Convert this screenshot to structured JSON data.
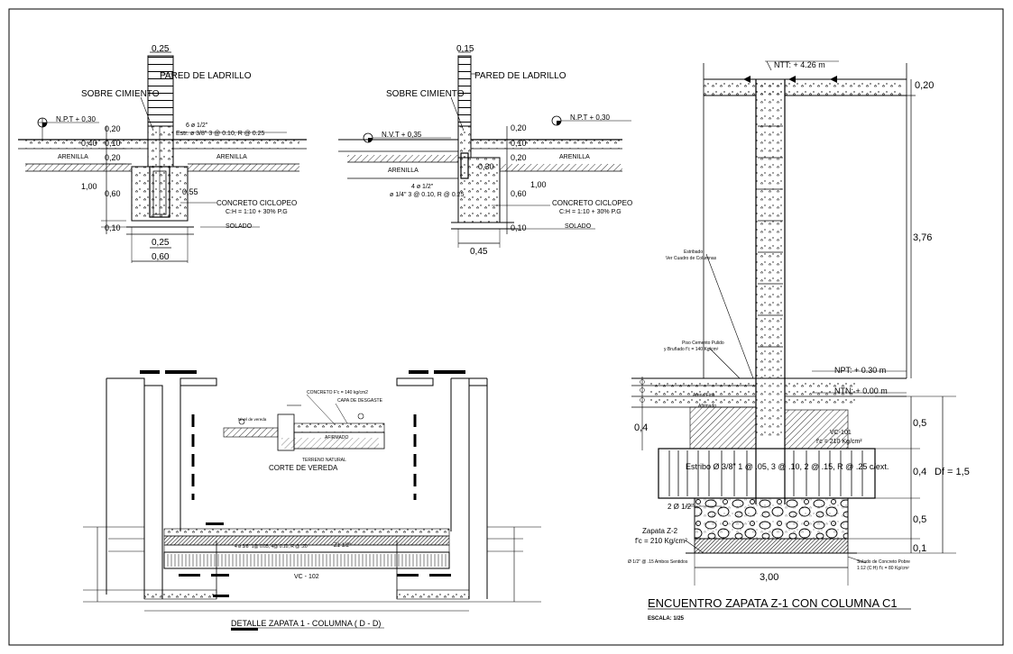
{
  "detail1": {
    "dim_top": "0,25",
    "wall_label": "PARED DE LADRILLO",
    "sobre_label": "SOBRE CIMIENTO",
    "npt_label": "N.P.T  +  0,30",
    "bar_label": "6 ø 1/2\"",
    "stirrup_label": "Estr. ø 3/8\" 3 @ 0.10, R @ 0.25",
    "d020a": "0,20",
    "d010": "0,10",
    "d040": "0,40",
    "d020b": "0,20",
    "arena_left": "ARENILLA",
    "arena_right": "ARENILLA",
    "d100": "1,00",
    "d060": "0,60",
    "d055": "0,55",
    "concreto": "CONCRETO CICLOPEO",
    "mix": "C:H = 1:10 + 30% P.G",
    "d010b": "0,10",
    "solado": "SOLADO",
    "d025b": "0,25",
    "d060b": "0,60"
  },
  "detail2": {
    "dim_top": "0,15",
    "wall_label": "PARED DE LADRILLO",
    "sobre_label": "SOBRE CIMIENTO",
    "nvt_label": "N.V.T  +  0,35",
    "npt_label": "N.P.T  +  0,30",
    "d020a": "0,20",
    "d010": "0,10",
    "d020b": "0,20",
    "d030": "0,30",
    "arena_left": "ARENILLA",
    "arena_right": "ARENILLA",
    "bar_label": "4 ø 1/2\"",
    "stirrup_label": "ø 1/4\" 3 @ 0.10, R @ 0.25",
    "d100": "1,00",
    "d060": "0,60",
    "concreto": "CONCRETO CICLOPEO",
    "mix": "C:H = 1:10 + 30% P.G",
    "d010b": "0,10",
    "solado": "SOLADO",
    "d045": "0,45"
  },
  "detail3": {
    "title": "DETALLE ZAPATA  1 - COLUMNA ( D - D)",
    "corte_vereda": "CORTE DE VEREDA",
    "vereda_note": "Nivel de vereda",
    "terreno": "TERRENO NATURAL",
    "afirmado": "AFIRMADO",
    "concreto_note": "CONCRETO F'c = 140 kg/cm2",
    "capa": "CAPA DE DESGASTE",
    "beam_label": "VC - 102",
    "bars_note": "4 ø 3/8\" 1@ 0.05, 4@ 0.10, R @ .20",
    "zapata_label": "Z1  1/2\""
  },
  "detail4": {
    "title": "ENCUENTRO ZAPATA  Z-1  CON COLUMNA C1",
    "scale": "ESCALA: 1/25",
    "ntt": "NTT: + 4.26 m",
    "d020": "0,20",
    "d376": "3,76",
    "estribado": "Estribado",
    "estribado2": "Ver Cuadro de Columnas",
    "piso_note": "Piso Cemento Pulido",
    "piso_note2": "y Bruñado f'c = 140 Kg/cm²",
    "npt": "NPT: + 0.30 m",
    "ntn": "NTN: + 0.00 m",
    "arena": "Arena Fina",
    "afirmado": "Afirmado",
    "d04": "0,4",
    "d05a": "0,5",
    "d04b": "0,4",
    "df": "Df  =  1,5",
    "d05b": "0,5",
    "d01": "0,1",
    "vc_note": "VC-101",
    "fc_note": "f'c = 210 Kg/cm²",
    "estribo_label": "Estribo Ø 3/8\"  1 @ .05, 3 @ .10, 2 @ .15, R @ .25 c/ext.",
    "bars_label": "2 Ø 1/2\"",
    "zapata": "Zapata Z-2",
    "zapata_fc": "f'c = 210 Kg/cm²",
    "anillo": "Ø 1/2\" @ .15 Ambos Sentidos",
    "solado_note": "Solado de Concreto Pobre",
    "solado_note2": "1:12 (C:H) f'c = 80 Kg/cm²",
    "d300": "3,00"
  }
}
